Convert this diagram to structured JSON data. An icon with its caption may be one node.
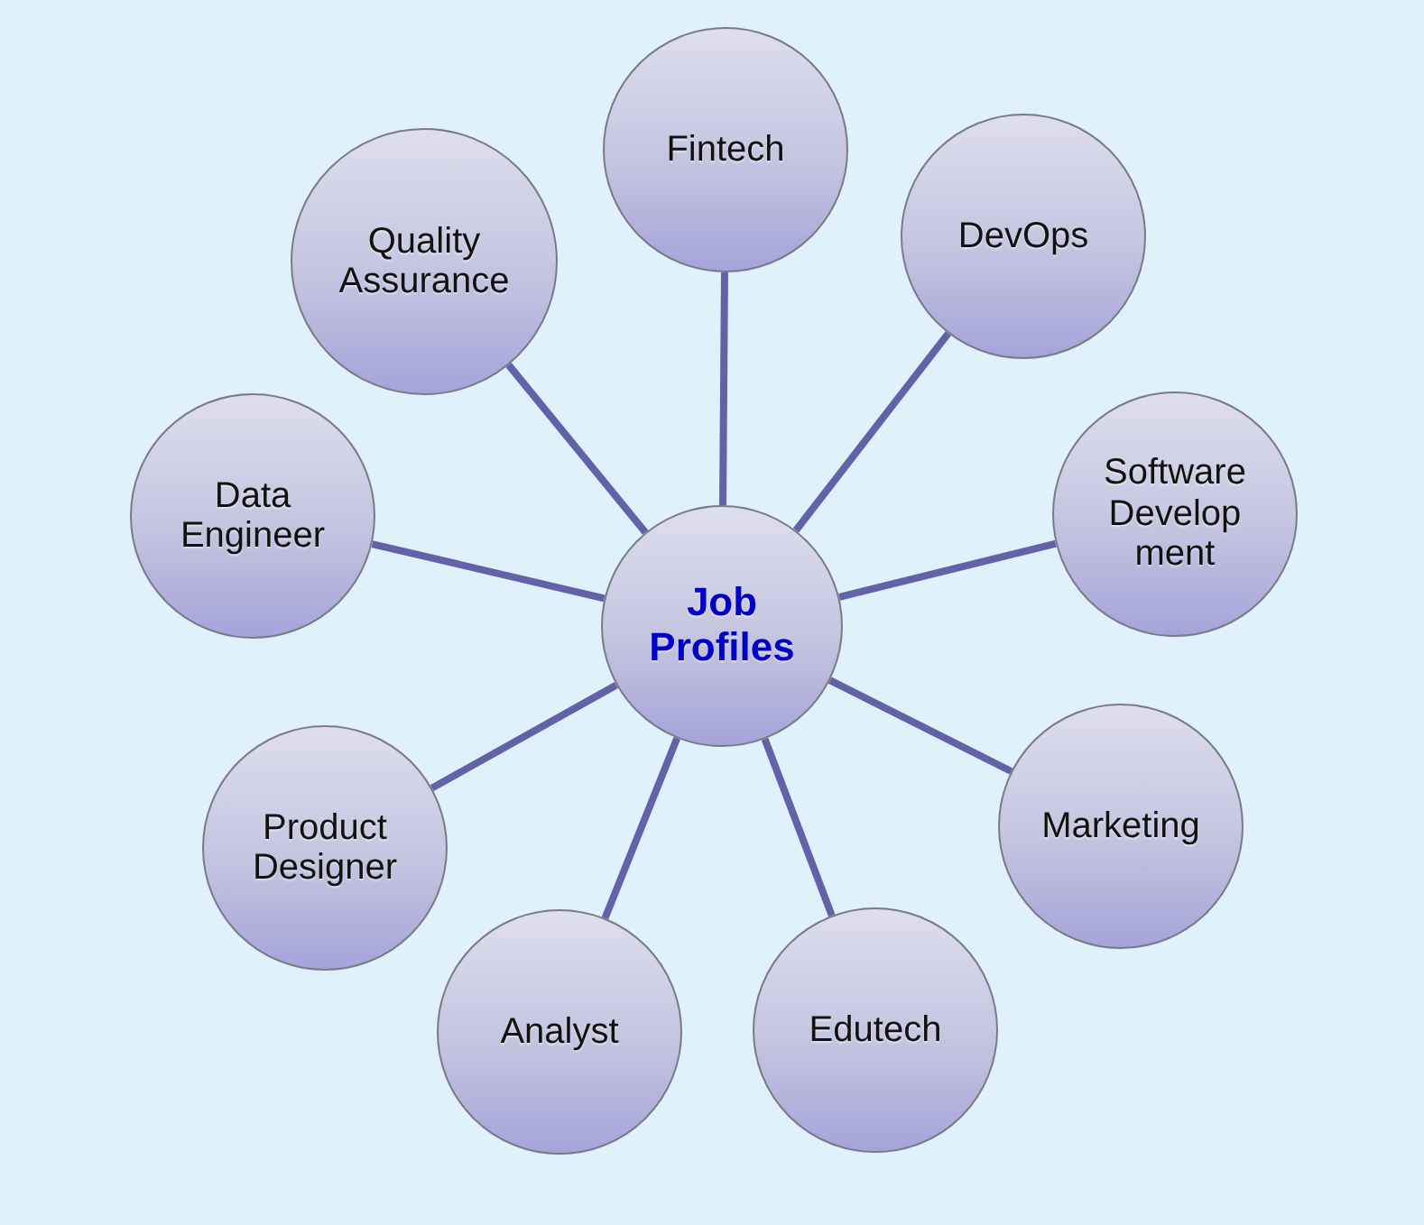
{
  "diagram": {
    "nodes": [
      {
        "text": [
          "Job Profiles"
        ]
      },
      {
        "text": [
          "Fintech"
        ]
      },
      {
        "text": [
          "DevOps"
        ]
      },
      {
        "text": [
          "Software Development"
        ]
      },
      {
        "text": [
          "Marketing"
        ]
      },
      {
        "text": [
          "Edutech"
        ]
      },
      {
        "text": [
          "Analyst"
        ]
      },
      {
        "text": [
          "Product Designer"
        ]
      },
      {
        "text": [
          "Data Engineer"
        ]
      },
      {
        "text": [
          "Quality Assurance"
        ]
      }
    ],
    "edges": [
      {
        "from": 0,
        "to": 1,
        "arrow": "none"
      },
      {
        "from": 0,
        "to": 2,
        "arrow": "none"
      },
      {
        "from": 0,
        "to": 3,
        "arrow": "none"
      },
      {
        "from": 0,
        "to": 4,
        "arrow": "none"
      },
      {
        "from": 0,
        "to": 5,
        "arrow": "none"
      },
      {
        "from": 0,
        "to": 6,
        "arrow": "none"
      },
      {
        "from": 0,
        "to": 7,
        "arrow": "none"
      },
      {
        "from": 0,
        "to": 8,
        "arrow": "none"
      },
      {
        "from": 0,
        "to": 9,
        "arrow": "none"
      }
    ]
  }
}
